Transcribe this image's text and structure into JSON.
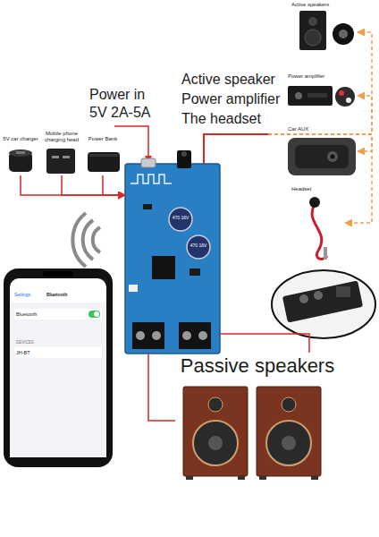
{
  "diagram": {
    "nodes": [
      {
        "text": [
          "5V car charger"
        ]
      },
      {
        "text": [
          "Mobile phone charging head"
        ]
      },
      {
        "text": [
          "Power Bank"
        ]
      },
      {
        "text": [
          "470 16V",
          "470 16V"
        ]
      },
      {
        "text": [
          "Active speakers"
        ]
      },
      {
        "text": [
          "Power amplifier"
        ]
      },
      {
        "text": [
          "Car AUX"
        ]
      },
      {
        "text": [
          "Headset"
        ]
      },
      {
        "text": [
          "Passive speakers"
        ]
      },
      {
        "text": [
          "Settings",
          "Bluetooth",
          "Bluetooth",
          "DEVICES",
          "JH-BT"
        ]
      }
    ],
    "edges": [
      {
        "from": 0,
        "to": 3,
        "arrow": "to"
      },
      {
        "from": 1,
        "to": 3,
        "arrow": "to"
      },
      {
        "from": 2,
        "to": 3,
        "arrow": "to"
      },
      {
        "from": 3,
        "to": 4,
        "arrow": "to"
      },
      {
        "from": 3,
        "to": 5,
        "arrow": "to"
      },
      {
        "from": 3,
        "to": 6,
        "arrow": "to"
      },
      {
        "from": 3,
        "to": 7,
        "arrow": "to"
      },
      {
        "from": 3,
        "to": 8,
        "arrow": "none"
      },
      {
        "from": 3,
        "to": 8,
        "arrow": "none"
      }
    ],
    "labels": [
      "Power in",
      "5V 2A-5A",
      "Active speaker",
      "Power amplifier",
      "The headset"
    ]
  }
}
